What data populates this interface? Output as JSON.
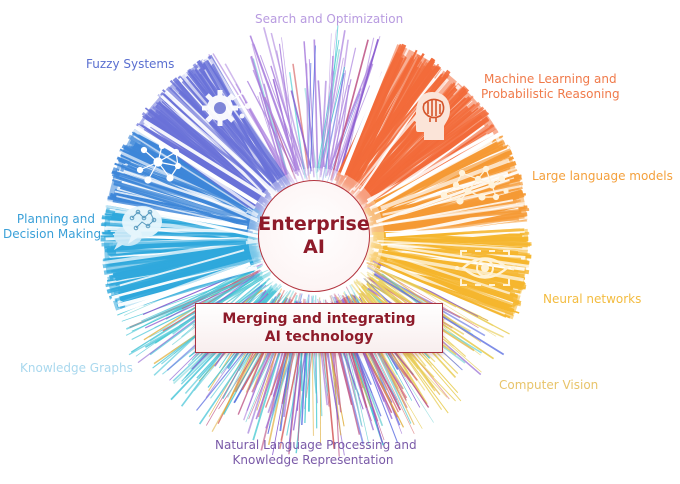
{
  "center": {
    "title_line1": "Enterprise",
    "title_line2": "AI",
    "subtitle_line1": "Merging and integrating",
    "subtitle_line2": "AI technology",
    "accent_color": "#8e1b2a"
  },
  "categories": [
    {
      "id": "search",
      "line1": "Search and Optimization",
      "line2": "",
      "color": "#b89be0",
      "icon": "none"
    },
    {
      "id": "ml",
      "line1": "Machine Learning and",
      "line2": "Probabilistic Reasoning",
      "color": "#f07a4a",
      "icon": "brain-head-icon"
    },
    {
      "id": "llm",
      "line1": "Large language models",
      "line2": "",
      "color": "#f4a03c",
      "icon": "network-graph-icon"
    },
    {
      "id": "nn",
      "line1": "Neural networks",
      "line2": "",
      "color": "#f3bc40",
      "icon": "eye-scan-icon"
    },
    {
      "id": "cv",
      "line1": "Computer Vision",
      "line2": "",
      "color": "#e8c46a",
      "icon": "none"
    },
    {
      "id": "nlp",
      "line1": "Natural Language Processing and",
      "line2": "Knowledge Representation",
      "color": "#7a5aa8",
      "icon": "none"
    },
    {
      "id": "kg",
      "line1": "Knowledge Graphs",
      "line2": "",
      "color": "#a9d8ee",
      "icon": "none"
    },
    {
      "id": "planning",
      "line1": "Planning and",
      "line2": "Decision Making",
      "color": "#3aa0d8",
      "icon": "speech-bubble-network-icon"
    },
    {
      "id": "fuzzy",
      "line1": "Fuzzy Systems",
      "line2": "",
      "color": "#5a6fd0",
      "icon": "gear-network-icon"
    }
  ]
}
